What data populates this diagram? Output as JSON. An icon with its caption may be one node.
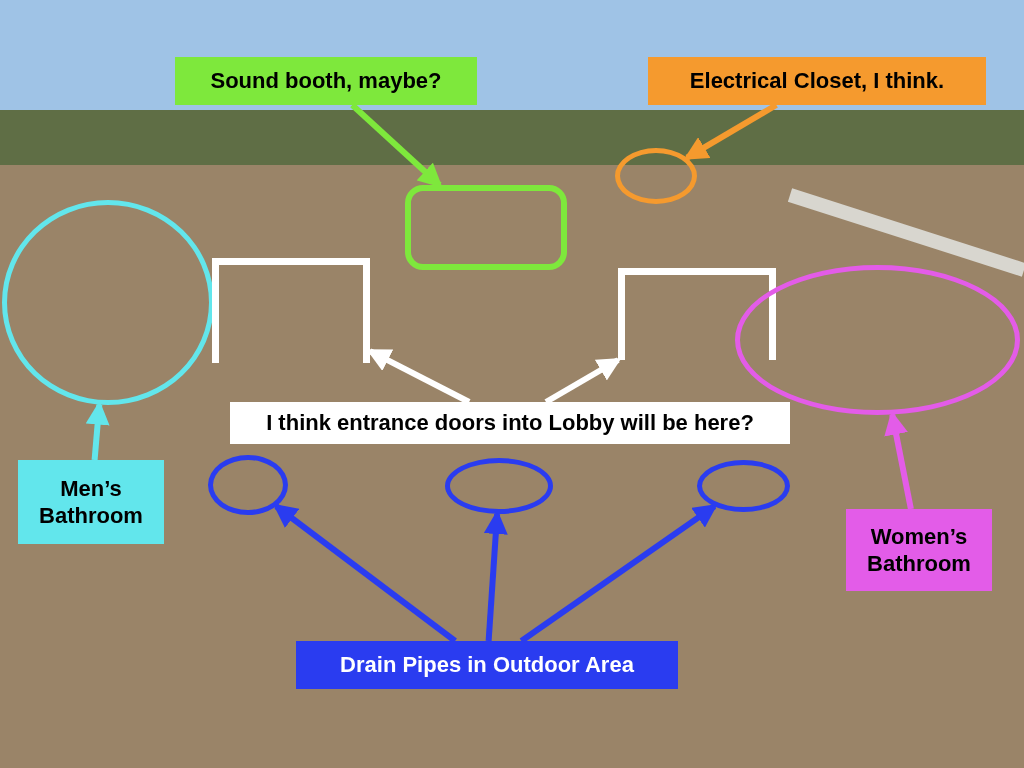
{
  "diagram": {
    "nodes": [
      {
        "text": [
          "Sound booth, maybe?"
        ]
      },
      {
        "text": [],
        "shape": "box"
      },
      {
        "text": [
          "Electrical Closet, I think."
        ]
      },
      {
        "text": [],
        "shape": "circle"
      },
      {
        "text": [],
        "shape": "circle"
      },
      {
        "text": [],
        "shape": "box"
      },
      {
        "text": [],
        "shape": "box"
      },
      {
        "text": [],
        "shape": "circle"
      },
      {
        "text": [
          "I think entrance doors into Lobby will be here?"
        ]
      },
      {
        "text": [
          "Men’s Bathroom"
        ]
      },
      {
        "text": [],
        "shape": "circle"
      },
      {
        "text": [],
        "shape": "circle"
      },
      {
        "text": [],
        "shape": "circle"
      },
      {
        "text": [
          "Women’s Bathroom"
        ]
      },
      {
        "text": [
          "Drain Pipes in Outdoor Area"
        ]
      }
    ],
    "edges": [
      {
        "from": 0,
        "to": 1,
        "arrow": "to",
        "color": "#7ee83c"
      },
      {
        "from": 2,
        "to": 3,
        "arrow": "to",
        "color": "#f59a2e"
      },
      {
        "from": 9,
        "to": 4,
        "arrow": "to",
        "color": "#62e6ec"
      },
      {
        "from": 8,
        "to": 5,
        "arrow": "to",
        "color": "#ffffff"
      },
      {
        "from": 8,
        "to": 6,
        "arrow": "to",
        "color": "#ffffff"
      },
      {
        "from": 13,
        "to": 7,
        "arrow": "to",
        "color": "#e35ce8"
      },
      {
        "from": 14,
        "to": 10,
        "arrow": "to"
      },
      {
        "from": 14,
        "to": 11,
        "arrow": "to"
      },
      {
        "from": 14,
        "to": 12,
        "arrow": "to"
      }
    ]
  }
}
